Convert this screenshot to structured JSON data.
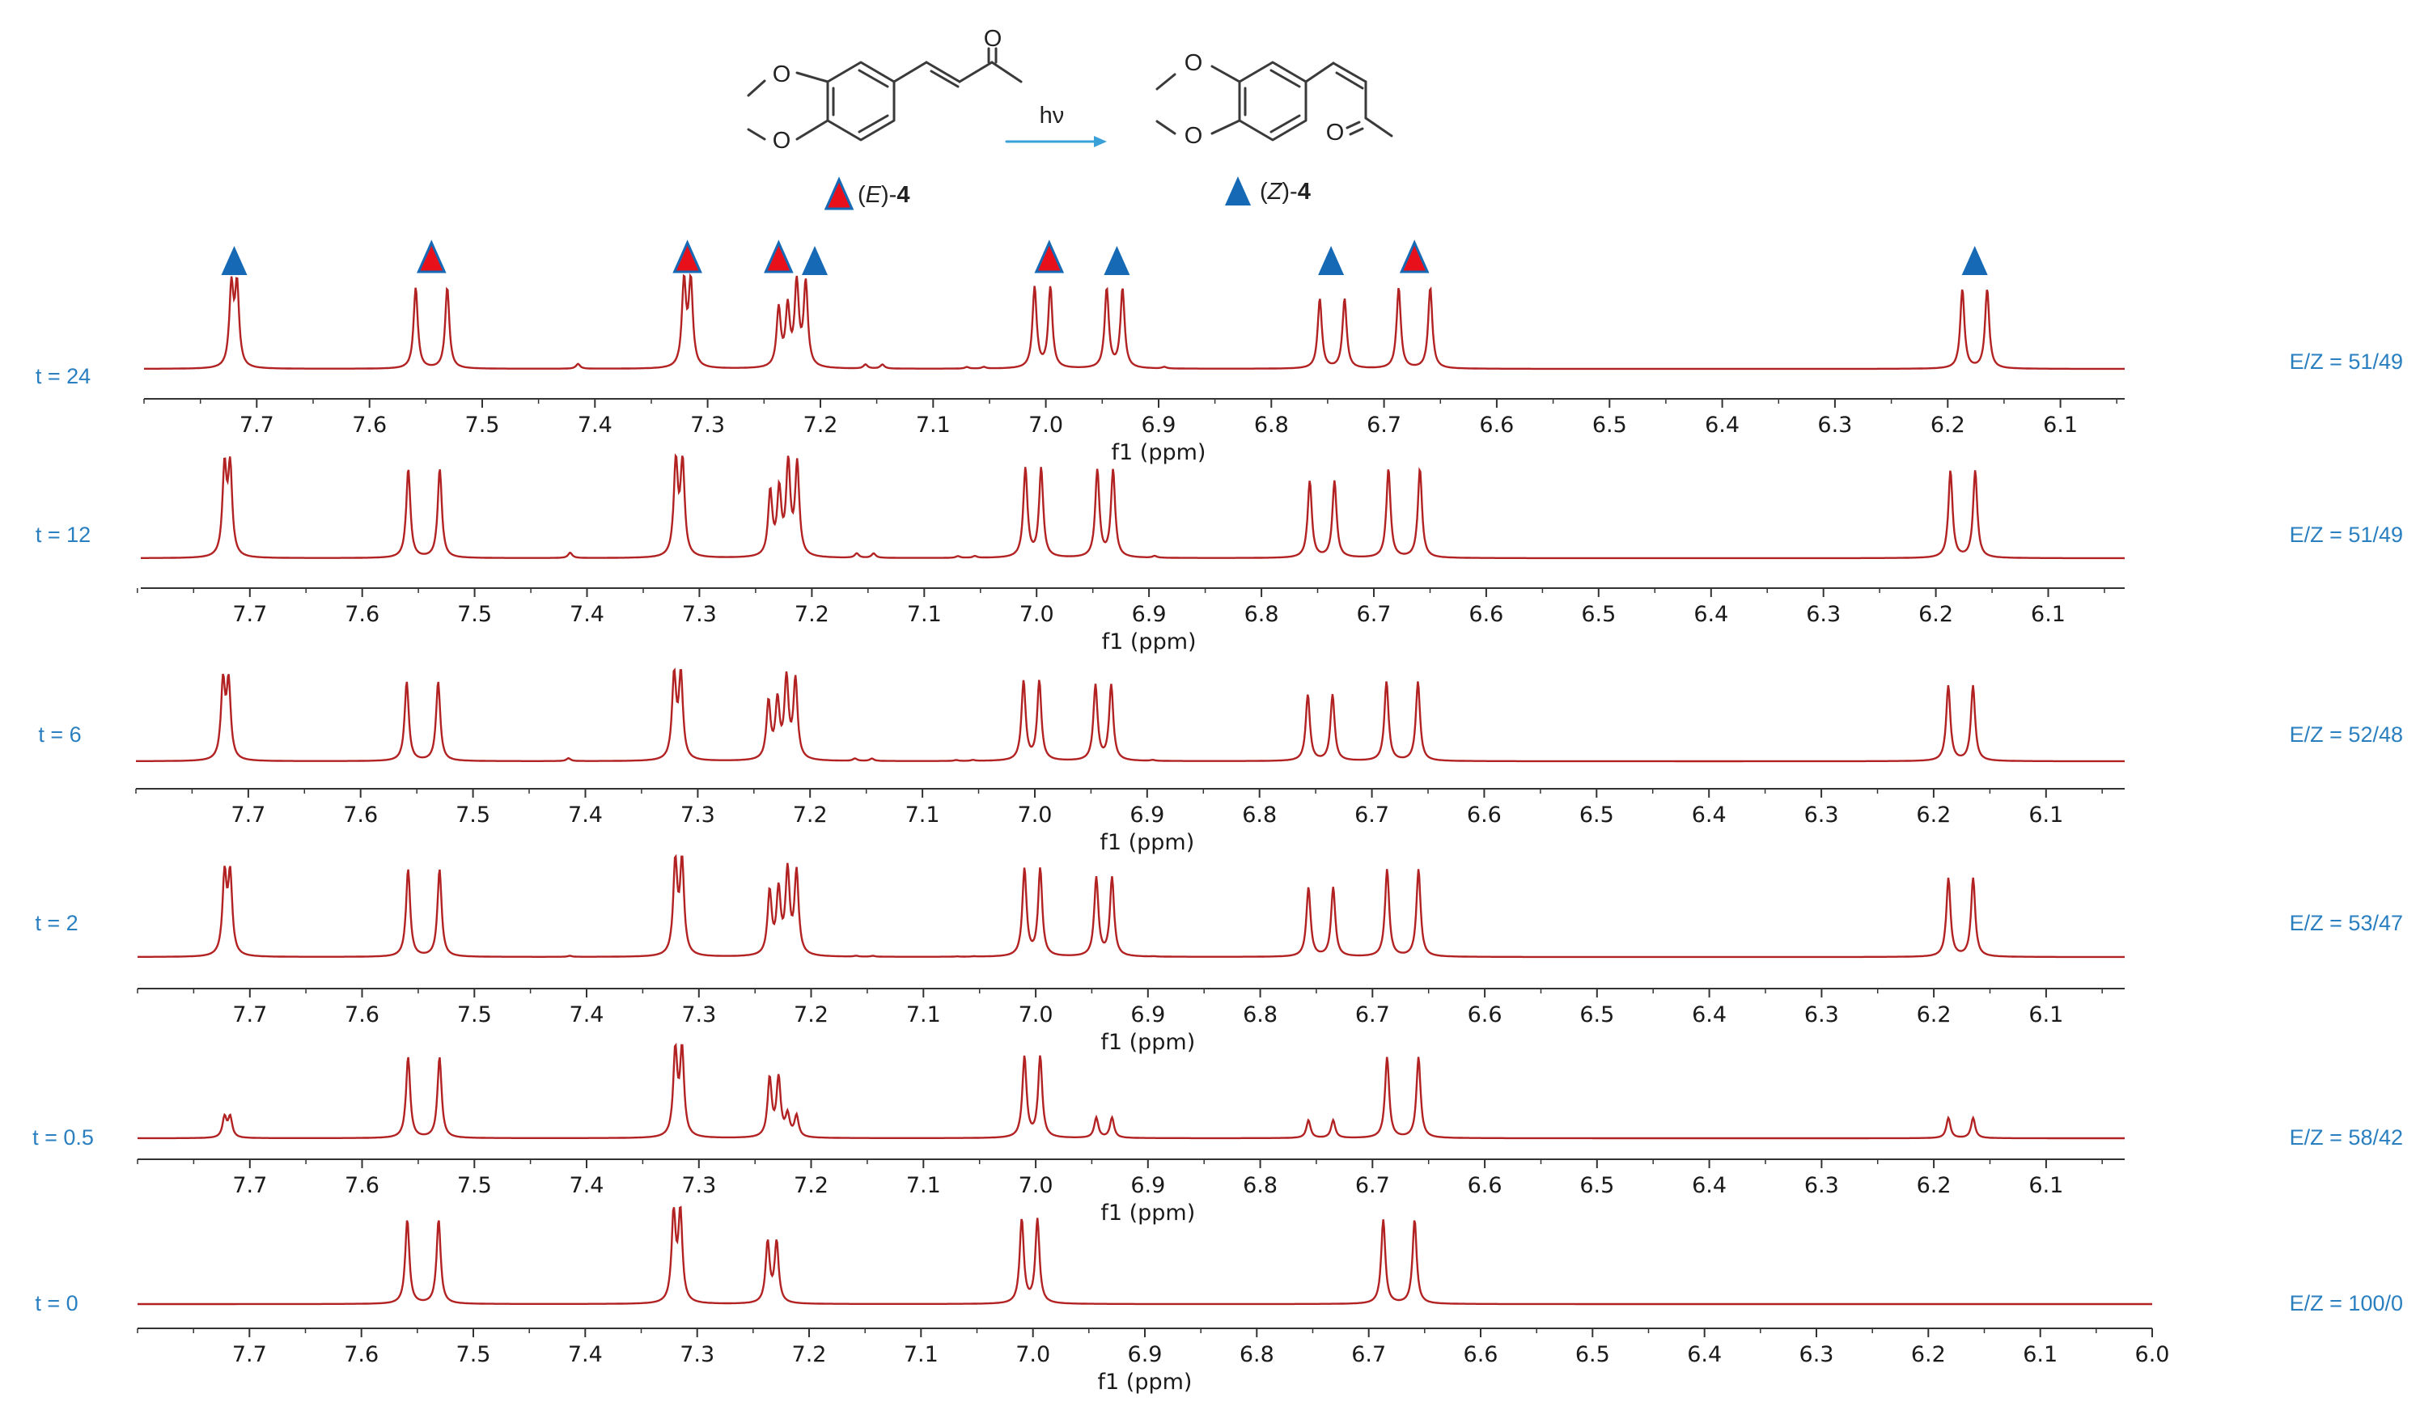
{
  "scheme": {
    "reactant_label_prefix": "(",
    "reactant_label_italic": "E",
    "reactant_label_suffix": ")-",
    "reactant_label_number": "4",
    "product_label_prefix": "(",
    "product_label_italic": "Z",
    "product_label_suffix": ")-",
    "product_label_number": "4",
    "arrow_label": "hν",
    "atom_O": "O"
  },
  "colors": {
    "spectrum": "#b22222",
    "axis": "#333333",
    "label_blue": "#2a7fc0",
    "marker_red": "#e8101a",
    "marker_blue": "#1569b5",
    "arrow": "#3aa0d8"
  },
  "chart_data": {
    "type": "line",
    "xlabel": "f1 (ppm)",
    "x_reversed": true,
    "xlim": [
      7.8,
      6.0
    ],
    "tick_values": [
      7.7,
      7.6,
      7.5,
      7.4,
      7.3,
      7.2,
      7.1,
      7.0,
      6.9,
      6.8,
      6.7,
      6.6,
      6.5,
      6.4,
      6.3,
      6.2,
      6.1
    ],
    "tick_labels": [
      "7.7",
      "7.6",
      "7.5",
      "7.4",
      "7.3",
      "7.2",
      "7.1",
      "7.0",
      "6.9",
      "6.8",
      "6.7",
      "6.6",
      "6.5",
      "6.4",
      "6.3",
      "6.2",
      "6.1"
    ],
    "last_panel_extra_tick": {
      "value": 6.0,
      "label": "6.0"
    },
    "E_peaks": [
      {
        "center": 7.545,
        "split": 0.028,
        "height": 1.0
      },
      {
        "center": 7.318,
        "split": 0.006,
        "height": 1.05
      },
      {
        "center": 7.233,
        "split": 0.008,
        "height": 0.72
      },
      {
        "center": 7.003,
        "split": 0.014,
        "height": 1.0
      },
      {
        "center": 6.673,
        "split": 0.028,
        "height": 1.0
      }
    ],
    "Z_peaks": [
      {
        "center": 7.72,
        "split": 0.005,
        "height": 1.0
      },
      {
        "center": 7.217,
        "split": 0.008,
        "height": 1.05
      },
      {
        "center": 6.939,
        "split": 0.014,
        "height": 1.0
      },
      {
        "center": 6.746,
        "split": 0.022,
        "height": 0.88
      },
      {
        "center": 6.176,
        "split": 0.022,
        "height": 1.0
      }
    ],
    "minor_peaks": [
      {
        "center": 7.415,
        "height": 0.06
      },
      {
        "center": 7.16,
        "height": 0.05
      },
      {
        "center": 7.145,
        "height": 0.05
      },
      {
        "center": 7.07,
        "height": 0.02
      },
      {
        "center": 7.055,
        "height": 0.02
      },
      {
        "center": 6.895,
        "height": 0.02
      }
    ],
    "series": [
      {
        "time_label": "t = 24",
        "ratio_label": "E/Z = 51/49",
        "z_fraction": 0.98,
        "minor": 1.0
      },
      {
        "time_label": "t = 12",
        "ratio_label": "E/Z = 51/49",
        "z_fraction": 0.98,
        "minor": 1.0
      },
      {
        "time_label": "t = 6",
        "ratio_label": "E/Z = 52/48",
        "z_fraction": 0.95,
        "minor": 0.6
      },
      {
        "time_label": "t = 2",
        "ratio_label": "E/Z = 53/47",
        "z_fraction": 0.9,
        "minor": 0.2
      },
      {
        "time_label": "t = 0.5",
        "ratio_label": "E/Z = 58/42",
        "z_fraction": 0.25,
        "minor": 0.0
      },
      {
        "time_label": "t = 0",
        "ratio_label": "E/Z = 100/0",
        "z_fraction": 0.0,
        "minor": 0.0
      }
    ],
    "peak_markers": [
      {
        "ppm": 7.72,
        "isomer": "Z"
      },
      {
        "ppm": 7.545,
        "isomer": "E"
      },
      {
        "ppm": 7.318,
        "isomer": "E"
      },
      {
        "ppm": 7.237,
        "isomer": "E"
      },
      {
        "ppm": 7.205,
        "isomer": "Z"
      },
      {
        "ppm": 6.997,
        "isomer": "E"
      },
      {
        "ppm": 6.937,
        "isomer": "Z"
      },
      {
        "ppm": 6.747,
        "isomer": "Z"
      },
      {
        "ppm": 6.673,
        "isomer": "E"
      },
      {
        "ppm": 6.176,
        "isomer": "Z"
      }
    ]
  }
}
